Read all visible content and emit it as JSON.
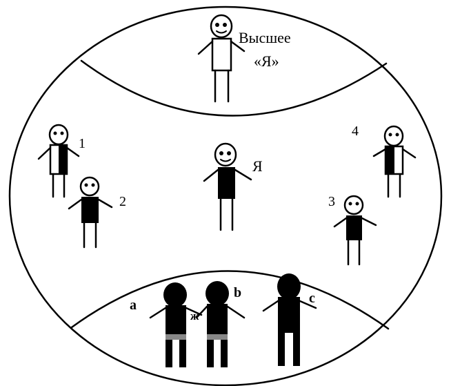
{
  "labels": {
    "higher_self_line1": "Высшее",
    "higher_self_line2": "«Я»",
    "self": "Я",
    "person_1": "1",
    "person_2": "2",
    "person_3": "3",
    "person_4": "4",
    "shadow_a": "a",
    "shadow_b": "b",
    "shadow_c": "c",
    "shadow_zh": "ж"
  },
  "colors": {
    "ink": "#000000",
    "paper": "#ffffff"
  }
}
